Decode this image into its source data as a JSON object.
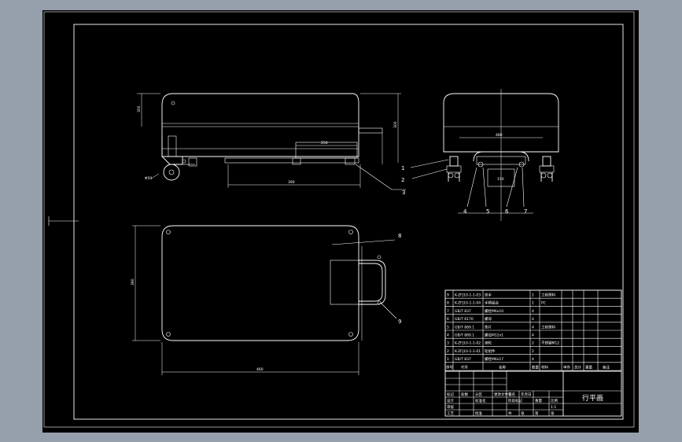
{
  "drawing": {
    "title": "行平画",
    "balloons": [
      "1",
      "2",
      "3",
      "4",
      "5",
      "6",
      "7",
      "8",
      "9"
    ],
    "bom_rows": [
      {
        "no": "9",
        "code": "K-ZFJ10-1-1-03",
        "name": "扶手",
        "qty": "1",
        "material": "工程塑料",
        "note": ""
      },
      {
        "no": "8",
        "code": "K-ZFJ10-1-1-04",
        "name": "手柄铝合",
        "qty": "1",
        "material": "PC",
        "note": ""
      },
      {
        "no": "7",
        "code": "GB/T 837",
        "name": "螺栓M6x10",
        "qty": "4",
        "material": "",
        "note": ""
      },
      {
        "no": "6",
        "code": "GB/T 6170",
        "name": "螺母",
        "qty": "4",
        "material": "",
        "note": ""
      },
      {
        "no": "5",
        "code": "GB/T 889.1",
        "name": "垫片",
        "qty": "4",
        "material": "工程塑料",
        "note": ""
      },
      {
        "no": "4",
        "code": "GB/T 889.1",
        "name": "螺母M12x1",
        "qty": "4",
        "material": "",
        "note": ""
      },
      {
        "no": "3",
        "code": "K-ZFJ10-1-1-02",
        "name": "滚轮",
        "qty": "2",
        "material": "不锈钢M12",
        "note": ""
      },
      {
        "no": "2",
        "code": "K-ZFJ10-1-1-01",
        "name": "轮组件",
        "qty": "2",
        "material": "",
        "note": ""
      },
      {
        "no": "1",
        "code": "GB/T 837",
        "name": "螺栓M6x17",
        "qty": "4",
        "material": "",
        "note": ""
      }
    ],
    "bom_header": [
      "序号",
      "代号",
      "名称",
      "数量",
      "材料",
      "单件",
      "总计",
      "重量",
      "备注"
    ],
    "title_labels": [
      "标记",
      "处数",
      "分区",
      "更改文件号",
      "签名",
      "年月日",
      "设计",
      "标准化",
      "审核",
      "工艺",
      "批准",
      "阶段标记",
      "重量",
      "比例",
      "共",
      "张",
      "第",
      "张"
    ],
    "scale": "1:1",
    "dims": {
      "side_length": "390",
      "side_height": "300",
      "side_offset": "250",
      "plan_width": "460",
      "plan_depth": "380",
      "front_width": "480",
      "wheel": "Φ50",
      "mount": "150"
    }
  }
}
